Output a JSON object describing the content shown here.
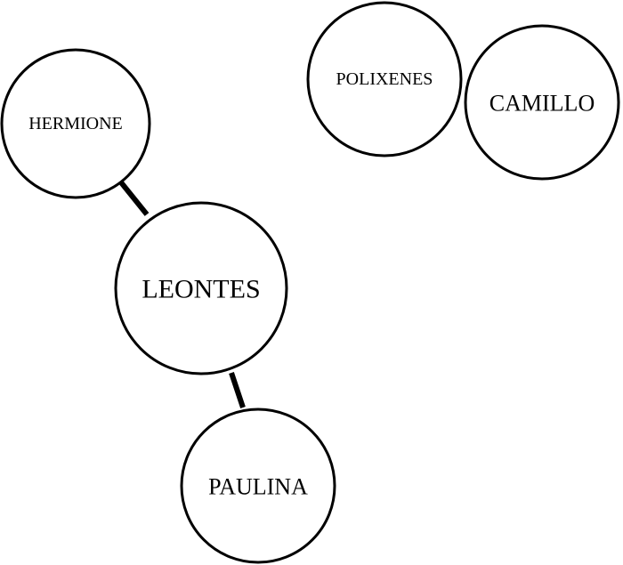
{
  "diagram": {
    "nodes": [
      {
        "id": "hermione",
        "label": "HERMIONE"
      },
      {
        "id": "leontes",
        "label": "LEONTES"
      },
      {
        "id": "paulina",
        "label": "PAULINA"
      },
      {
        "id": "polixenes",
        "label": "POLIXENES"
      },
      {
        "id": "camillo",
        "label": "CAMILLO"
      }
    ],
    "edges": [
      {
        "from": "hermione",
        "to": "leontes"
      },
      {
        "from": "leontes",
        "to": "paulina"
      }
    ],
    "colors": {
      "stroke": "#000000",
      "fill": "#ffffff",
      "text": "#000000"
    }
  }
}
